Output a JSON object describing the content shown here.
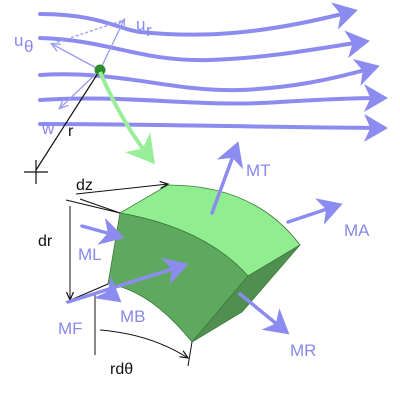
{
  "colors": {
    "arrow": "#8c8cf0",
    "label": "#8888ee",
    "green_arrow": "#99ee99",
    "face_top": "#90ee90",
    "face_front": "#5fa95f",
    "face_side": "#4f8f4f",
    "particle": "#2e8b2e",
    "black": "#111111"
  },
  "labels": {
    "u_r": "u",
    "u_r_sub": "r",
    "u_theta": "u",
    "u_theta_sub": "θ",
    "w": "w",
    "r": "r",
    "dz": "dz",
    "dr": "dr",
    "rdtheta": "rdθ",
    "MT": "MT",
    "MA": "MA",
    "ML": "ML",
    "MF": "MF",
    "MB": "MB",
    "MR": "MR"
  }
}
